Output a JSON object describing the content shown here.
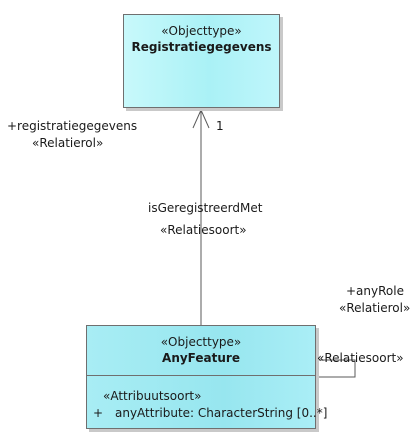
{
  "classes": {
    "registratiegegevens": {
      "stereotype": "«Objecttype»",
      "name": "Registratiegegevens"
    },
    "anyfeature": {
      "stereotype": "«Objecttype»",
      "name": "AnyFeature",
      "attribute_stereotype": "«Attribuutsoort»",
      "attribute_visibility": "+",
      "attribute": "anyAttribute: CharacterString [0..*]"
    }
  },
  "association": {
    "role_name": "+registratiegegevens",
    "role_stereotype": "«Relatierol»",
    "multiplicity": "1",
    "name": "isGeregistreerdMet",
    "stereotype": "«Relatiesoort»"
  },
  "self_association": {
    "role_name": "+anyRole",
    "role_stereotype": "«Relatierol»",
    "stereotype": "«Relatiesoort»"
  },
  "colors": {
    "class_fill": "#aaf1f6",
    "border": "#6f6f6f",
    "line": "#5a5a5a"
  }
}
